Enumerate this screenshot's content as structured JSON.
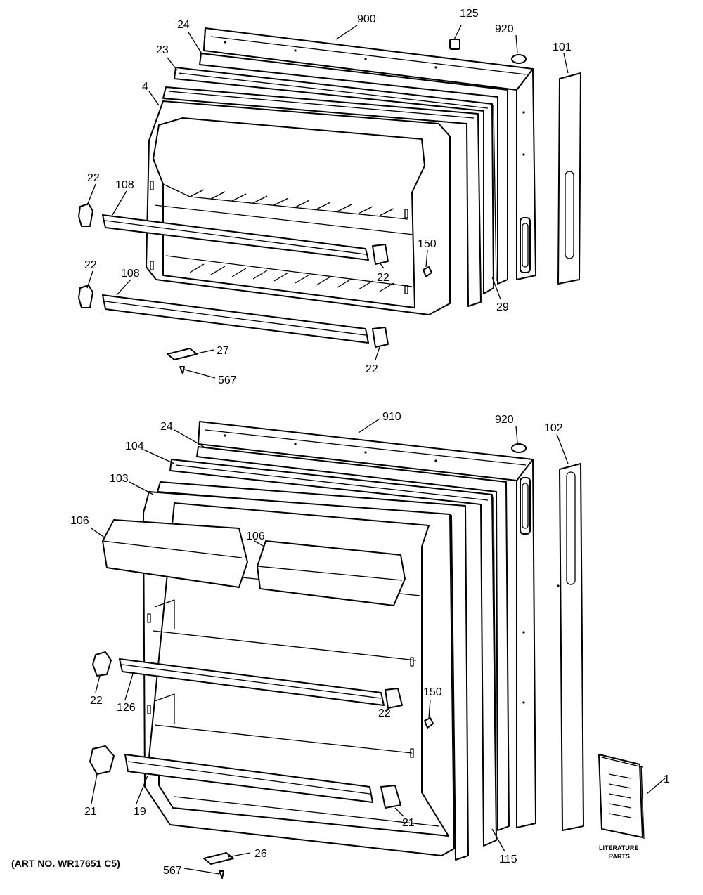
{
  "labels": {
    "top_900": "900",
    "top_125": "125",
    "top_920": "920",
    "top_101": "101",
    "top_24": "24",
    "top_23": "23",
    "top_4": "4",
    "top_22_a": "22",
    "top_108_a": "108",
    "top_150": "150",
    "top_22_b": "22",
    "top_22_c": "22",
    "top_108_b": "108",
    "top_29": "29",
    "top_27": "27",
    "top_22_d": "22",
    "top_567": "567",
    "bot_910": "910",
    "bot_920": "920",
    "bot_102": "102",
    "bot_24": "24",
    "bot_104": "104",
    "bot_103": "103",
    "bot_106_a": "106",
    "bot_106_b": "106",
    "bot_22_a": "22",
    "bot_126": "126",
    "bot_150": "150",
    "bot_22_b": "22",
    "bot_21_a": "21",
    "bot_19": "19",
    "bot_21_b": "21",
    "bot_115": "115",
    "bot_1": "1",
    "bot_26": "26",
    "bot_567": "567"
  },
  "literature": {
    "line1": "LITERATURE",
    "line2": "PARTS"
  },
  "art_no": "(ART NO. WR17651 C5)"
}
